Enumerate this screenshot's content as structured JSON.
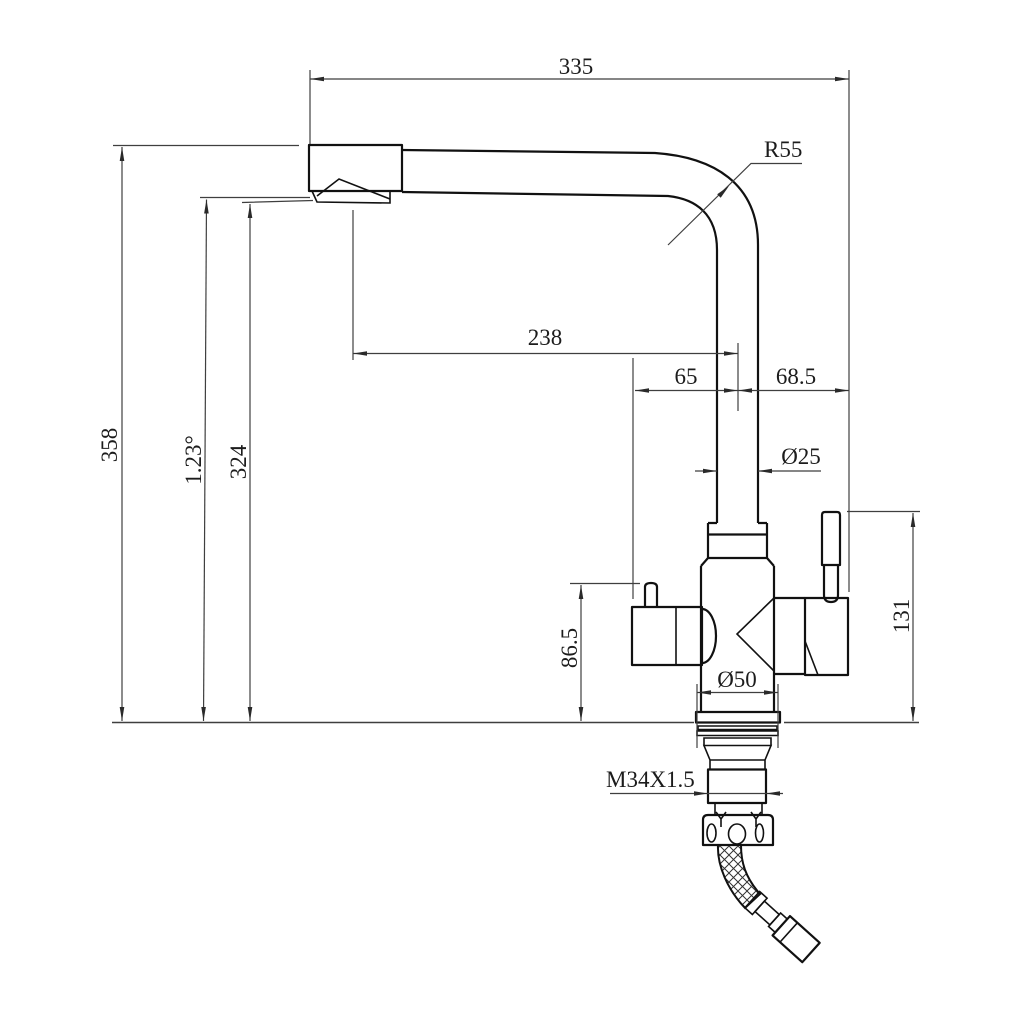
{
  "drawing": {
    "title": "kitchen-faucet-technical-drawing",
    "background_color": "#ffffff",
    "line_color": "#111111",
    "dimension_line_color": "#3f3f3f",
    "dimensions": {
      "spout_width": "335",
      "bend_radius": "R55",
      "spout_reach": "238",
      "handle_offset_left": "65",
      "handle_offset_right": "68.5",
      "pipe_diameter": "Ø25",
      "total_height": "358",
      "tilt_angle": "1.23°",
      "spout_height": "324",
      "handle_height": "86.5",
      "lever_height": "131",
      "body_diameter": "Ø50",
      "thread_spec": "M34X1.5"
    }
  }
}
